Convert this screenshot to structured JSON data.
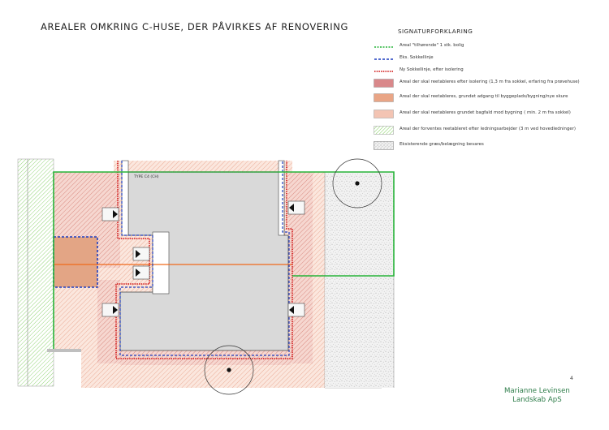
{
  "title": "AREALER OMKRING C-HUSE, DER PÅVIRKES AF RENOVERING",
  "legend": {
    "heading": "SIGNATURFORKLARING",
    "items": [
      {
        "label": "Areal \"tilhørende\" 1 stk. bolig",
        "swatch": "green-dashed-line"
      },
      {
        "label": "Eks. Sokkellinje",
        "swatch": "blue-dashed-line"
      },
      {
        "label": "Ny Sokkellinje, efter isolering",
        "swatch": "red-dashed-line"
      },
      {
        "label": "Areal der skal reetableres efter isolering (1,3 m fra sokkel, erfaring fra prøvehuse)",
        "swatch": "dark-red-fill"
      },
      {
        "label": "Areal der skal reetableres, grundet adgang til byggeplads/bygning/nye skure",
        "swatch": "orange-fill"
      },
      {
        "label": "Areal der skal reetableres grundet bagfald mod bygning ( min. 2 m fra sokkel)",
        "swatch": "light-salmon-fill"
      },
      {
        "label": "Areal der forventes reetableret efter ledningsarbejder (3 m ved hovedledninger)",
        "swatch": "green-hatch"
      },
      {
        "label": "Eksisterende græs/belægning bevares",
        "swatch": "gravel-texture"
      }
    ]
  },
  "plan": {
    "type_label": "TYPE C4 (CH)"
  },
  "page_number": "4",
  "company": {
    "line1": "Marianne Levinsen",
    "line2": "Landskab ApS"
  },
  "colors": {
    "green": "#27b339",
    "blue": "#1f3fbf",
    "red": "#d42a2a",
    "dark_red_fill": "#d9888a",
    "orange_fill": "#e9a586",
    "salmon_fill": "#f3c4b3",
    "hatch_green": "#7fcf5b",
    "house_fill": "#d9d9d9",
    "orange_line": "#f06a1b",
    "brand": "#2e7d4a"
  }
}
